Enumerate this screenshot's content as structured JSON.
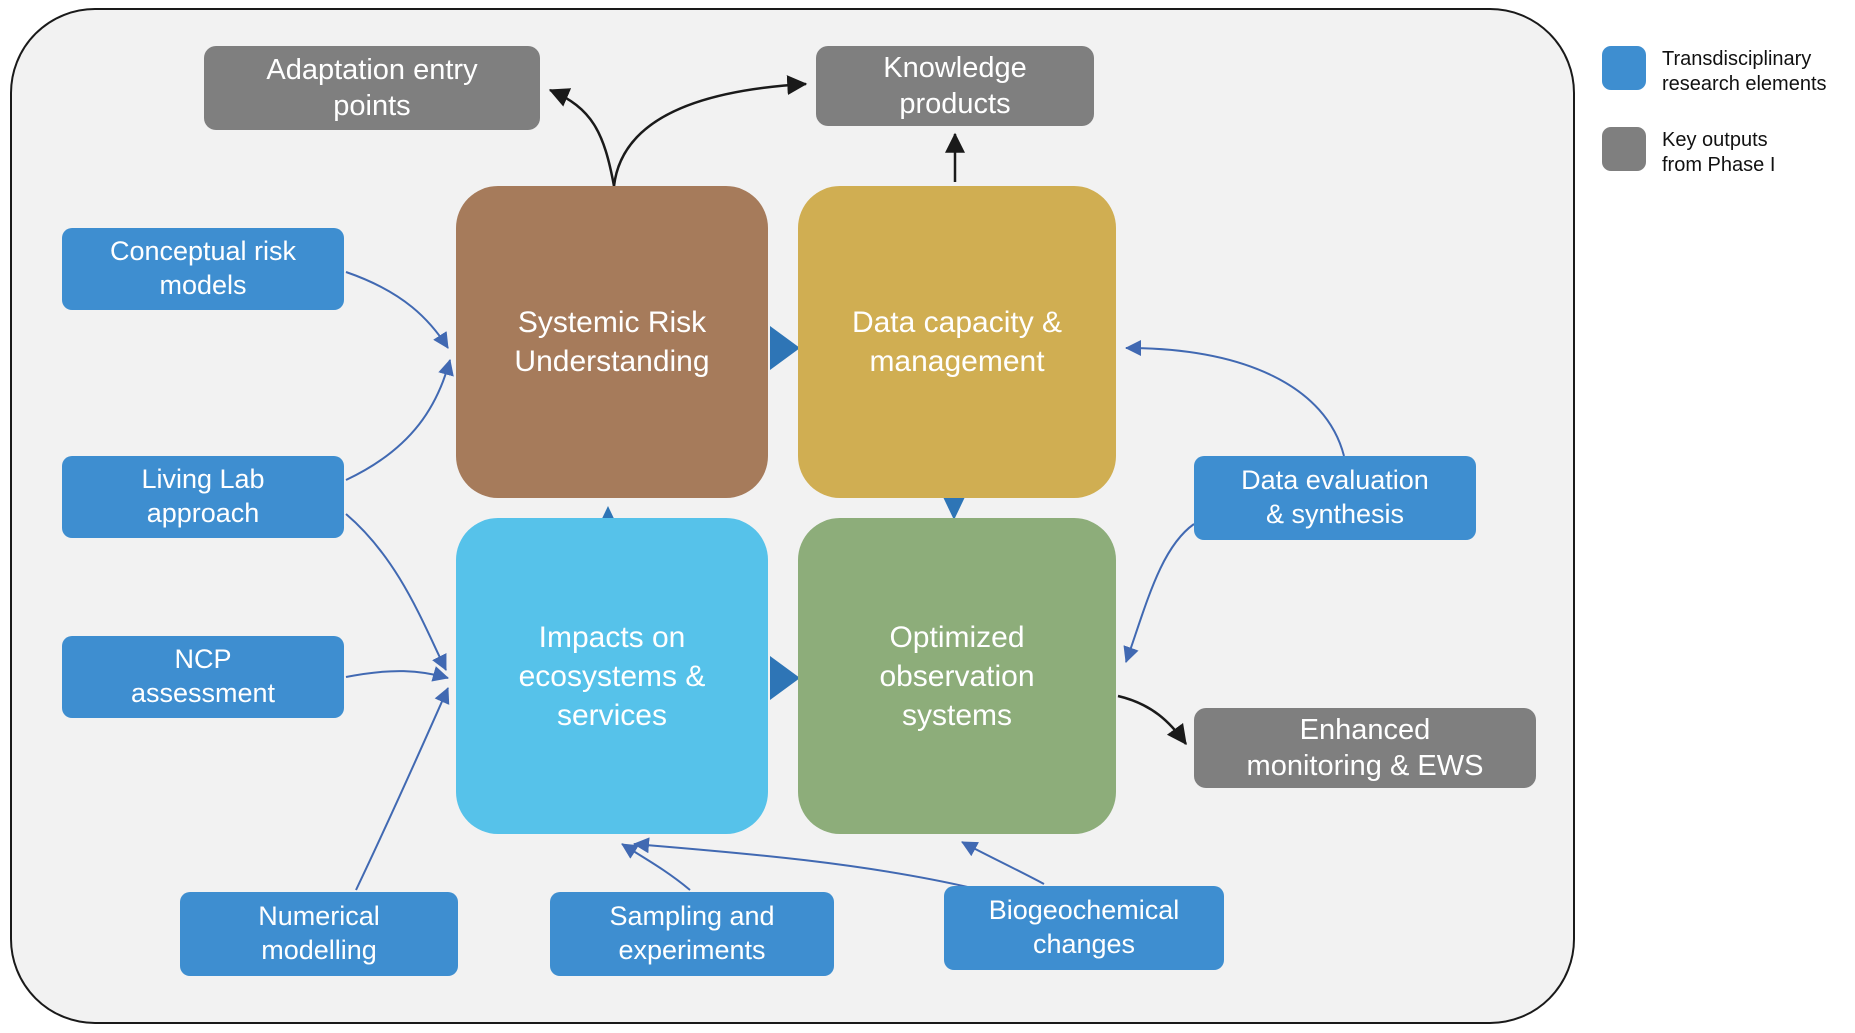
{
  "core_boxes": {
    "systemic_risk": {
      "label": "Systemic Risk\nUnderstanding",
      "color": "#a67b5b"
    },
    "data_capacity": {
      "label": "Data capacity &\nmanagement",
      "color": "#d0ae52"
    },
    "impacts": {
      "label": "Impacts on\necosystems &\nservices",
      "color": "#56c2ea"
    },
    "observation": {
      "label": "Optimized\nobservation\nsystems",
      "color": "#8dad7a"
    }
  },
  "outputs": {
    "adaptation": {
      "label": "Adaptation entry\npoints",
      "color": "#7f7f7f"
    },
    "knowledge": {
      "label": "Knowledge\nproducts",
      "color": "#7f7f7f"
    },
    "monitoring": {
      "label": "Enhanced\nmonitoring & EWS",
      "color": "#7f7f7f"
    }
  },
  "elements": {
    "conceptual": {
      "label": "Conceptual risk\nmodels",
      "color": "#3e8ed0"
    },
    "living_lab": {
      "label": "Living Lab\napproach",
      "color": "#3e8ed0"
    },
    "ncp": {
      "label": "NCP\nassessment",
      "color": "#3e8ed0"
    },
    "numerical": {
      "label": "Numerical\nmodelling",
      "color": "#3e8ed0"
    },
    "sampling": {
      "label": "Sampling and\nexperiments",
      "color": "#3e8ed0"
    },
    "biogeochemical": {
      "label": "Biogeochemical\nchanges",
      "color": "#3e8ed0"
    },
    "data_eval": {
      "label": "Data evaluation\n& synthesis",
      "color": "#3e8ed0"
    }
  },
  "legend": {
    "items": [
      {
        "label": "Transdisciplinary\nresearch elements",
        "color": "#3e8ed0"
      },
      {
        "label": "Key outputs\nfrom Phase I",
        "color": "#7f7f7f"
      }
    ]
  },
  "colors": {
    "canvas_background": "#f2f2f2",
    "frame_border": "#1a1a1a",
    "connector_blue": "#4169b2",
    "connector_black": "#1a1a1a",
    "triangle_blue": "#2e75b6"
  }
}
